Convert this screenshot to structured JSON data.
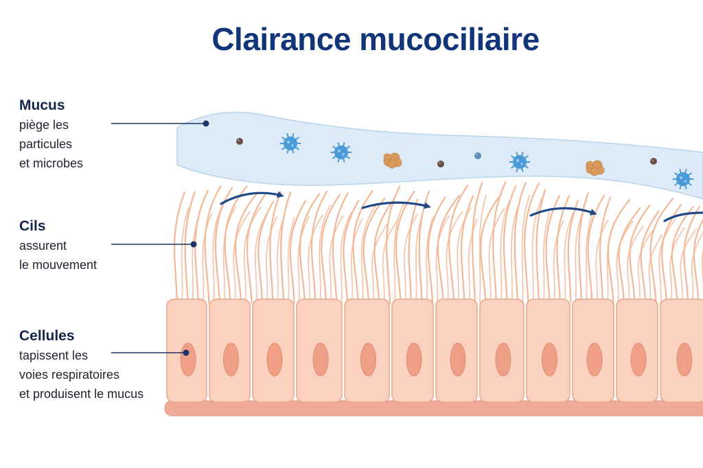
{
  "title": "Clairance mucociliaire",
  "labels": {
    "mucus": {
      "head": "Mucus",
      "desc": [
        "piège les",
        "particules",
        "et microbes"
      ]
    },
    "cils": {
      "head": "Cils",
      "desc": [
        "assurent",
        "le mouvement"
      ]
    },
    "cellules": {
      "head": "Cellules",
      "desc": [
        "tapissent les",
        "voies respiratoires",
        "et produisent le mucus"
      ]
    }
  },
  "colors": {
    "title": "#12357a",
    "arrow": "#1f4a86",
    "mucus_fill": "#dcebf7",
    "cilia": "#f2b896",
    "cell_fill": "#fbd2bf",
    "cell_stroke": "#e9a58a",
    "nucleus": "#ee9f86",
    "membrane": "#f0ab98",
    "microbe": "#4a9bd6",
    "particle_dark": "#6a4f43",
    "clump": "#d99a5c"
  },
  "icons": {
    "microbe": "virus-icon",
    "particle": "particle-icon",
    "clump": "dust-clump-icon",
    "arrow": "movement-arrow-icon"
  }
}
